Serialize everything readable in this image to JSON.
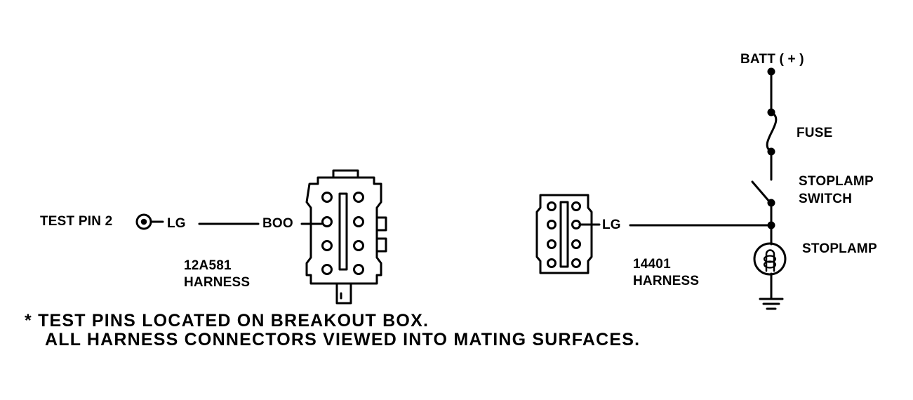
{
  "labels": {
    "test_pin": "TEST PIN 2",
    "lg_left": "LG",
    "boo": "BOO",
    "harness_left_id": "12A581",
    "harness_left_word": "HARNESS",
    "lg_right": "LG",
    "harness_right_id": "14401",
    "harness_right_word": "HARNESS",
    "batt": "BATT ( + )",
    "fuse": "FUSE",
    "switch_line1": "STOPLAMP",
    "switch_line2": "SWITCH",
    "stoplamp": "STOPLAMP"
  },
  "footnote": {
    "line1": "* TEST PINS LOCATED ON BREAKOUT BOX.",
    "line2": "ALL HARNESS CONNECTORS VIEWED INTO MATING SURFACES."
  },
  "colors": {
    "ink": "#000000",
    "paper": "#ffffff"
  }
}
